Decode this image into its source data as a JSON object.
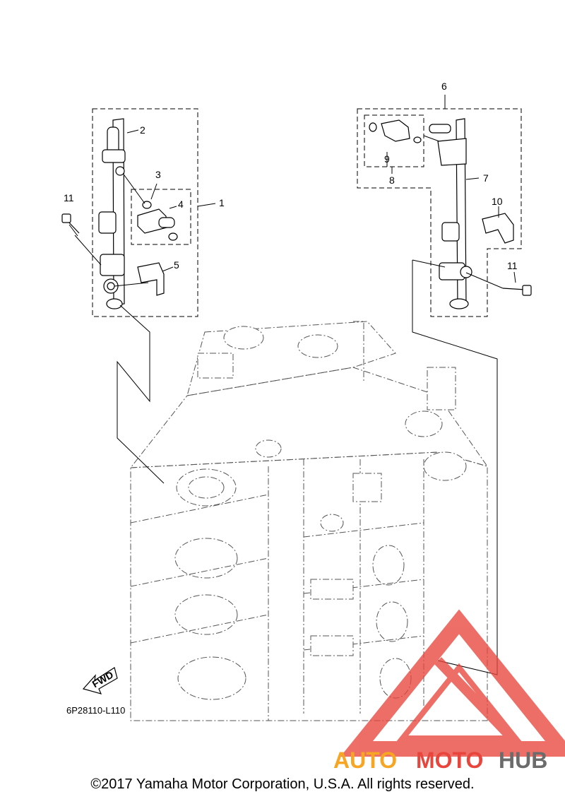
{
  "callouts": {
    "c1": "1",
    "c2": "2",
    "c3": "3",
    "c4": "4",
    "c5": "5",
    "c6": "6",
    "c7": "7",
    "c8": "8",
    "c9": "9",
    "c10": "10",
    "c11a": "11",
    "c11b": "11"
  },
  "fwd_label": "FWD",
  "diagram_code": "6P28110-L110",
  "watermark": {
    "auto": "AUTO",
    "moto": "MOTO",
    "hub": "HUB",
    "color_red": "#e8463c",
    "color_orange": "#f6a623",
    "color_gray": "#6b6b6b"
  },
  "copyright": "©2017 Yamaha Motor Corporation, U.S.A. All rights reserved."
}
